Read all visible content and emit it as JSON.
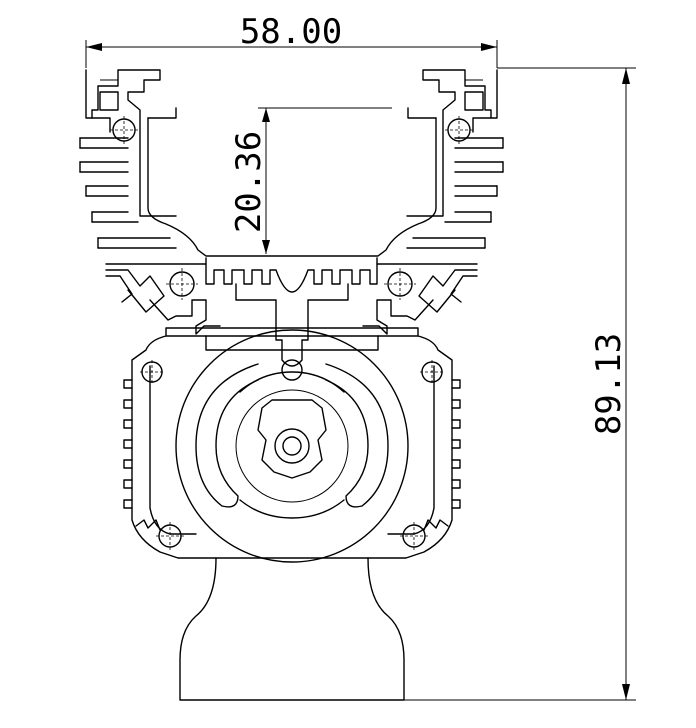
{
  "drawing": {
    "dimensions": {
      "width": "58.00",
      "cavity_depth": "20.36",
      "total_height": "89.13"
    },
    "line_color": "#000000",
    "background": "#ffffff"
  }
}
